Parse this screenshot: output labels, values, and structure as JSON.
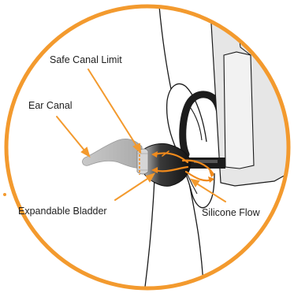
{
  "labels": {
    "safe_canal_limit": "Safe Canal Limit",
    "ear_canal": "Ear Canal",
    "expandable_bladder": "Expandable Bladder",
    "silicone_flow": "Silicone Flow"
  },
  "colors": {
    "ring": "#F39A2E",
    "accent": "#F08A1C",
    "outline": "#1a1a1a",
    "canal": "#B8B8B8",
    "device_dark": "#1c1c1c",
    "device_panel": "#E6E6E6"
  }
}
